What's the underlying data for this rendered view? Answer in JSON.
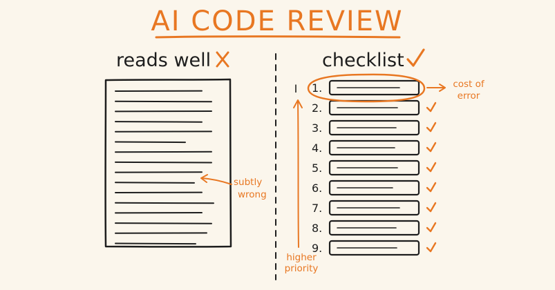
{
  "title": "AI CODE REVIEW",
  "left_panel": {
    "heading": "reads well",
    "annotation": [
      "subtly",
      "wrong"
    ]
  },
  "right_panel": {
    "heading": "checklist",
    "annotation": [
      "cost of",
      "error"
    ],
    "axis_label": [
      "higher",
      "priority"
    ],
    "axis_marker": "I",
    "items": [
      {
        "number": "1."
      },
      {
        "number": "2."
      },
      {
        "number": "3."
      },
      {
        "number": "4."
      },
      {
        "number": "5."
      },
      {
        "number": "6."
      },
      {
        "number": "7."
      },
      {
        "number": "8."
      },
      {
        "number": "9."
      }
    ]
  },
  "colors": {
    "accent": "#e87722",
    "ink": "#1d1d1d",
    "background": "#fbf6ec"
  },
  "icons": {
    "cross": "x-mark-icon",
    "check": "check-mark-icon"
  }
}
